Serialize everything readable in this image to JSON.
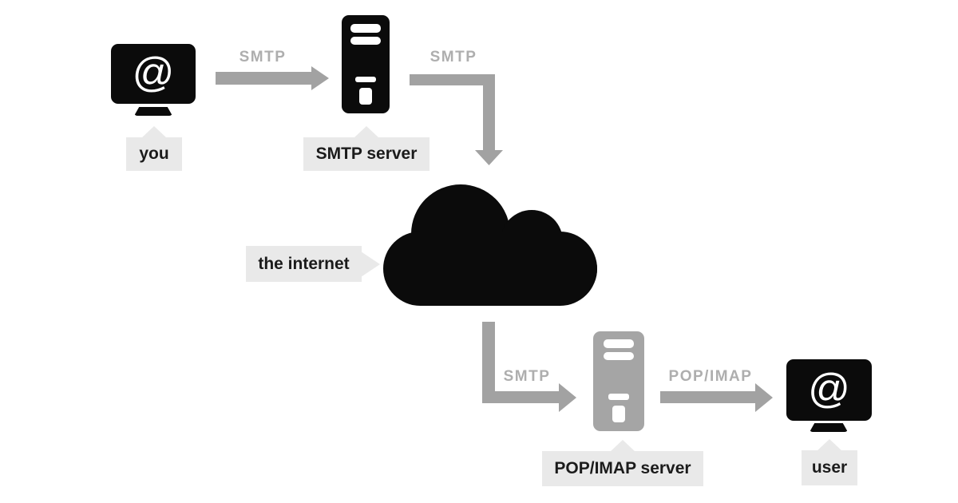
{
  "diagram": {
    "title_implied": "email delivery flow",
    "at_glyph": "@",
    "colors": {
      "background": "#ffffff",
      "node_black": "#0b0b0b",
      "arrow_gray": "#a2a2a2",
      "server_gray": "#a5a5a5",
      "protocol_text_gray": "#aeaeae",
      "callout_background": "#e9e9e9",
      "callout_text": "#1b1b1b"
    },
    "nodes": {
      "you_computer": {
        "label": "you",
        "icon": "monitor-with-at-sign",
        "color": "black"
      },
      "smtp_server": {
        "label": "SMTP server",
        "icon": "server-tower",
        "color": "black"
      },
      "internet": {
        "label": "the internet",
        "icon": "cloud",
        "color": "black"
      },
      "pop_imap_server": {
        "label": "POP/IMAP server",
        "icon": "server-tower",
        "color": "gray"
      },
      "user_computer": {
        "label": "user",
        "icon": "monitor-with-at-sign",
        "color": "black"
      }
    },
    "edges": [
      {
        "from": "you_computer",
        "to": "smtp_server",
        "protocol": "SMTP",
        "shape": "straight-right"
      },
      {
        "from": "smtp_server",
        "to": "internet",
        "protocol": "SMTP",
        "shape": "elbow-right-then-down"
      },
      {
        "from": "internet",
        "to": "pop_imap_server",
        "protocol": "SMTP",
        "shape": "elbow-down-then-right"
      },
      {
        "from": "pop_imap_server",
        "to": "user_computer",
        "protocol": "POP/IMAP",
        "shape": "straight-right"
      }
    ]
  }
}
